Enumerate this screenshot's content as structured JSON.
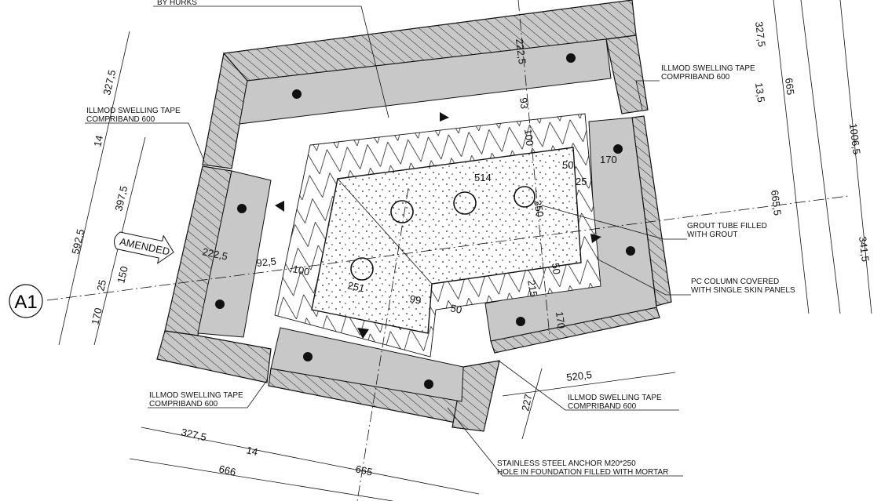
{
  "grid_ref": "A1",
  "amended_tag": "AMENDED",
  "top_note": "BY HURKS",
  "labels": {
    "tape_1": [
      "ILLMOD SWELLING TAPE",
      "COMPRIBAND 600"
    ],
    "tape_2": [
      "ILLMOD SWELLING TAPE",
      "COMPRIBAND 600"
    ],
    "tape_3": [
      "ILLMOD SWELLING TAPE",
      "COMPRIBAND 600"
    ],
    "tape_4": [
      "ILLMOD SWELLING TAPE",
      "COMPRIBAND 600"
    ],
    "grout": [
      "GROUT TUBE FILLED",
      "WITH GROUT"
    ],
    "pc_column": [
      "PC COLUMN COVERED",
      "WITH SINGLE SKIN PANELS"
    ],
    "anchor": [
      "STAINLESS STEEL ANCHOR M20*250",
      "HOLE IN FOUNDATION FILLED WITH MORTAR"
    ]
  },
  "dims": {
    "left_327": "327,5",
    "left_14": "14",
    "left_397": "397,5",
    "left_592": "592,5",
    "left_25": "25",
    "left_150": "150",
    "left_170": "170",
    "top_222": "222,5",
    "top_93": "93",
    "top_100": "100",
    "top_514": "514",
    "r_50": "50",
    "r_25": "25",
    "r_170": "170",
    "r_350": "350",
    "l_222": "222,5",
    "l_92": "92,5",
    "l_100": "100",
    "c_251": "251",
    "c_99": "99",
    "c_50": "50",
    "c_215": "215",
    "c_50b": "50",
    "c_170": "170",
    "br_520": "520,5",
    "br_227": "227",
    "far_327": "327,5",
    "far_13": "13,5",
    "far_665": "665",
    "far_1006": "1006,5",
    "far_665_5": "665,5",
    "far_341": "341,5",
    "bot_327": "327,5",
    "bot_14": "14",
    "bot_666": "666",
    "bot_665": "665"
  }
}
